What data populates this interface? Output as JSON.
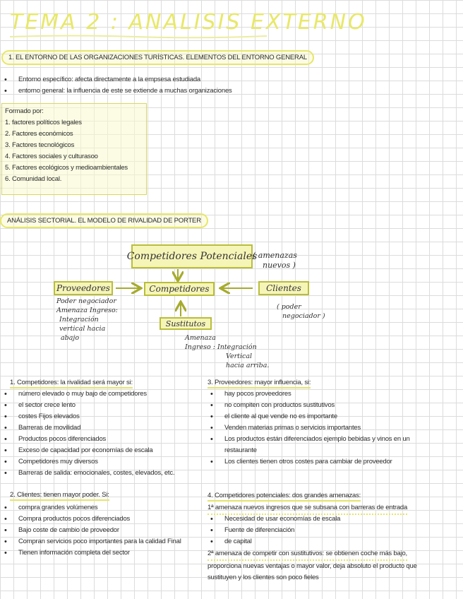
{
  "title": "TEMA 2 : ANALISIS EXTERNO",
  "section1": {
    "heading": "1.    EL ENTORNO DE LAS ORGANIZACIONES TURÍSTICAS. ELEMENTOS DEL ENTORNO GENERAL",
    "bullets": [
      "Entorno específico: afecta directamente a la empsesa estudiada",
      "entorno general: la influencia de este se extiende a muchas organizaciones"
    ],
    "box_title": "Formado por:",
    "box_items": [
      "1. factores políticos legales",
      "2. Factores económicos",
      "3. Factores tecnológicos",
      "4. Factores sociales y culturasoo",
      "5. Factores ecológicos y medioambientales",
      "6. Comunidad local."
    ]
  },
  "section2": {
    "heading": "ANÁLISIS SECTORIAL. EL MODELO DE RIVALIDAD DE PORTER"
  },
  "diagram": {
    "potenciales": "Competidores Potenciales",
    "potenciales_note_1": "( amenazas",
    "potenciales_note_2": "nuevos )",
    "proveedores": "Proveedores",
    "proveedores_note": [
      "Poder negociador",
      "Amenaza Ingreso:",
      "Integración",
      "vertical hacia",
      "abajo"
    ],
    "competidores": "Competidores",
    "clientes": "Clientes",
    "clientes_note": [
      "( poder",
      "negociador )"
    ],
    "sustitutos": "Sustitutos",
    "sustitutos_note": [
      "Amenaza",
      "Ingreso :  Integración",
      "Vertical",
      "hacia arriba."
    ]
  },
  "col1": {
    "h1": "1.    Competidores: la rivalidad será mayor si:",
    "list1": [
      "número elevado o muy bajo de competidores",
      "el sector crece lento",
      "costes Fijos elevados",
      "Barreras de movilidad",
      "Productos pocos diferenciados",
      "Exceso de capacidad por economías de escala",
      "Competidores muy diversos",
      "Barreras de salida: emocionales, costes, elevados, etc."
    ],
    "h2": "2.    Clientes: tienen mayor poder. Si:",
    "list2": [
      "compra grandes volúmenes",
      "Compra productos pocos diferenciados",
      "Bajo coste de cambio de proveedor",
      "Compran servicios poco importantes para la calidad Final",
      "Tienen información completa del sector"
    ]
  },
  "col2": {
    "h3": "3. Proveedores: mayor influencia, si:",
    "list3": [
      "hay pocos proveedores",
      "no compiten con productos sustitutivos",
      "el cliente al que vende no es importante",
      "Venden materias primas o servicios importantes",
      "Los productos están diferenciados ejemplo bebidas y vinos en un",
      "Los clientes tienen otros costes para cambiar de proveedor"
    ],
    "list3_wrap": "restaurante",
    "h4": "4. Competidores potenciales: dos grandes amenazas:",
    "p1": "1ª amenaza nuevos ingresos que se subsana con barreras de entrada",
    "list4": [
      "Necesidad de usar economías de escala",
      "Fuente de diferenciación",
      "de capital"
    ],
    "p2_lines": [
      "2ª amenaza de competir con sustitutivos: se obtienen coche más bajo,",
      "proporciona nuevas ventajas o mayor valor, deja absoluto el producto que",
      "sustituyen y los clientes son poco fieles"
    ]
  }
}
